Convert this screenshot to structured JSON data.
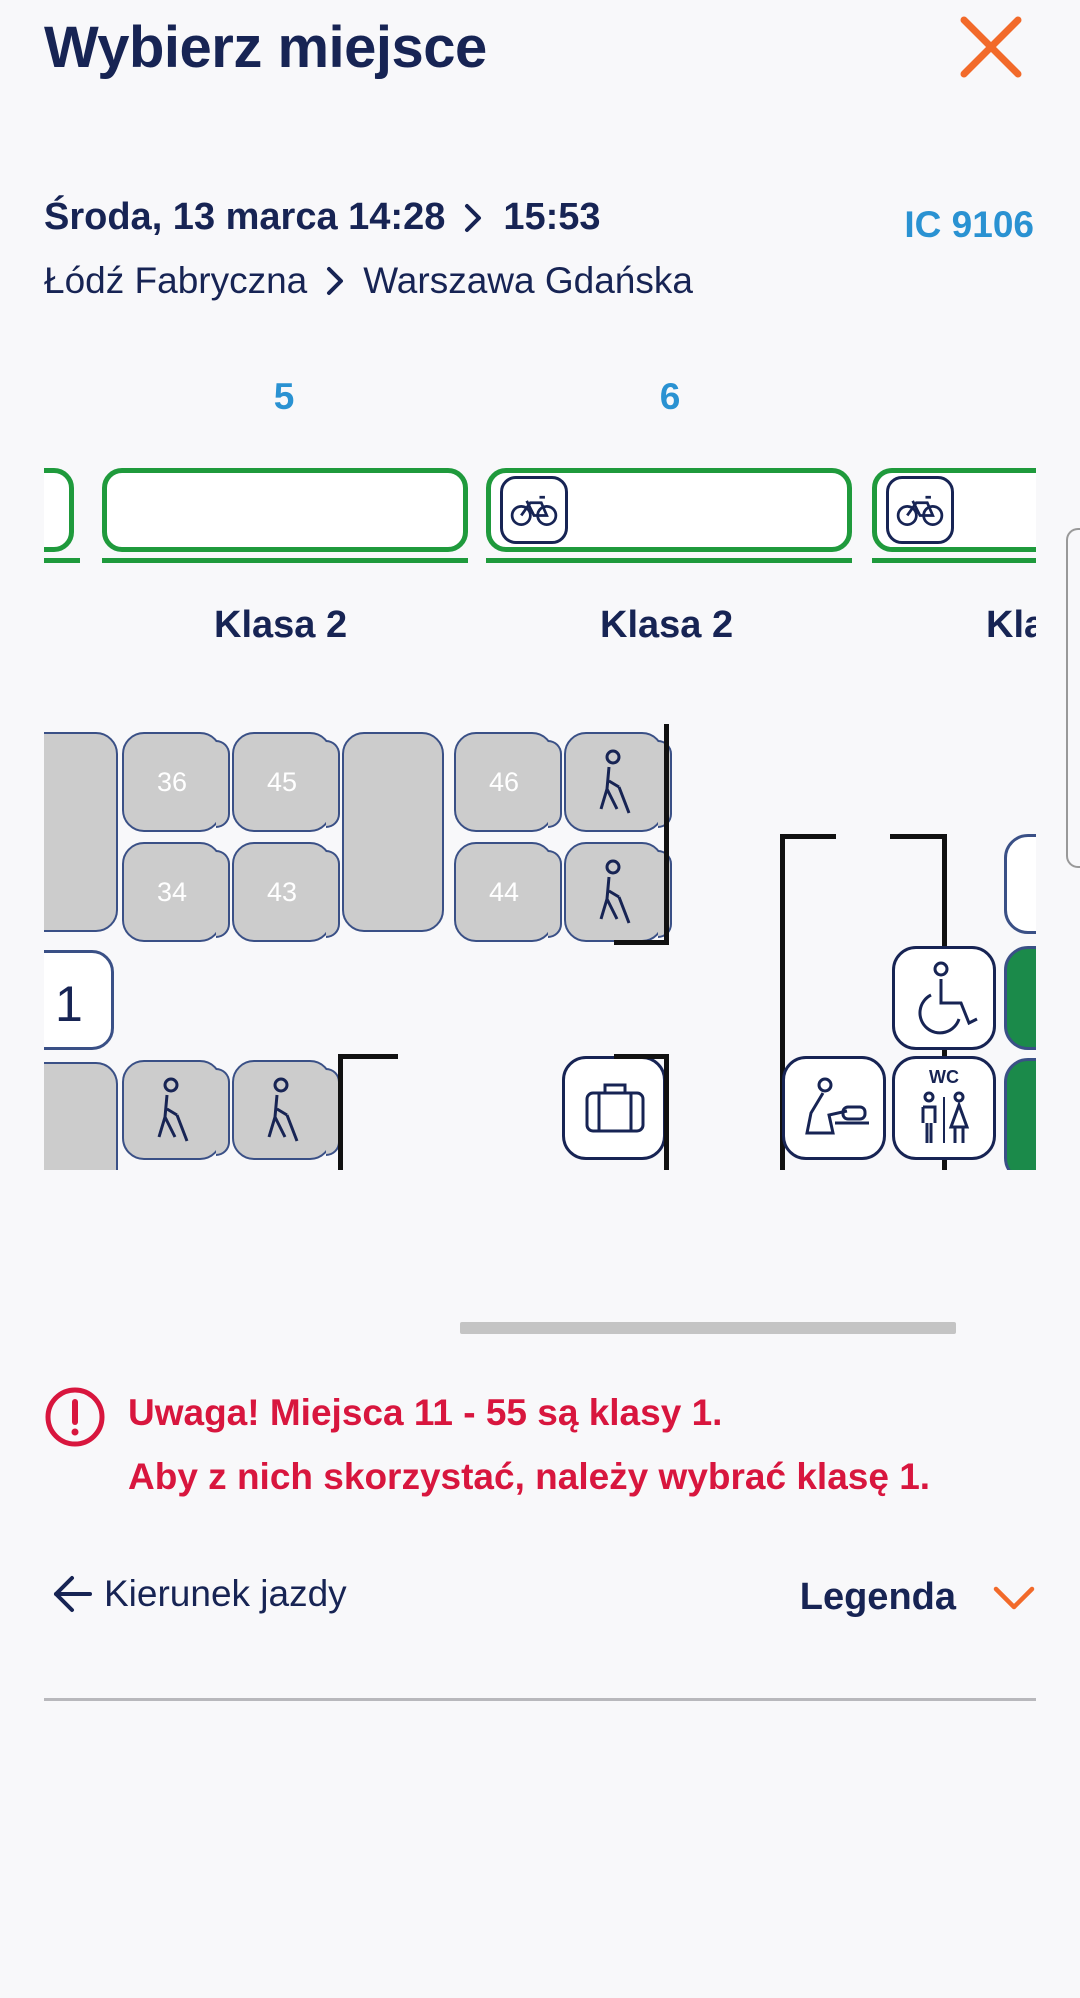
{
  "header": {
    "title": "Wybierz miejsce",
    "close_icon": "close-icon"
  },
  "trip": {
    "date_time": "Środa, 13 marca 14:28",
    "arrival_time": "15:53",
    "train_number": "IC 9106",
    "from": "Łódź Fabryczna",
    "to": "Warszawa Gdańska"
  },
  "cars": [
    {
      "number": "5",
      "class_label": "Klasa 2"
    },
    {
      "number": "6",
      "class_label": "Klasa 2"
    },
    {
      "number": "",
      "class_label": "Kla"
    }
  ],
  "seats": {
    "s36": "36",
    "s45": "45",
    "s46": "46",
    "s34": "34",
    "s43": "43",
    "s44": "44",
    "partial": "1"
  },
  "warning": {
    "line1": "Uwaga! Miejsca 11 - 55 są klasy 1.",
    "line2": "Aby z nich skorzystać, należy wybrać klasę 1."
  },
  "footer": {
    "direction_label": "Kierunek jazdy",
    "legend_label": "Legenda"
  },
  "colors": {
    "accent_orange": "#f26a2a",
    "link_blue": "#2a92d2",
    "navy": "#172454",
    "car_green": "#1f9a3c",
    "warning_red": "#d8163e",
    "seat_grey": "#cccccc"
  }
}
